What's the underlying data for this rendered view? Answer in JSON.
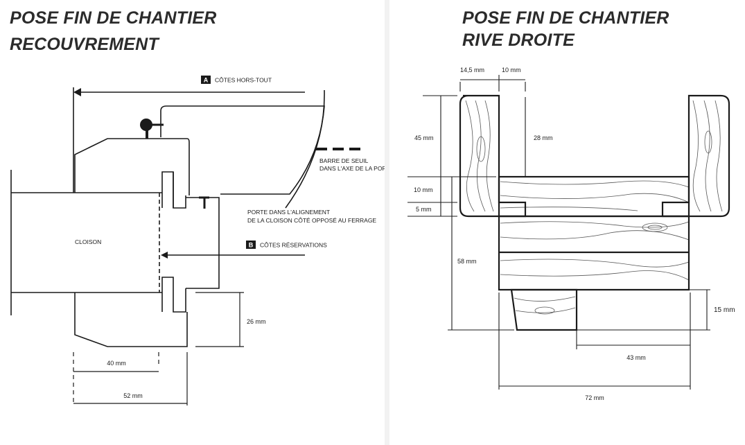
{
  "left": {
    "title_line1": "POSE FIN DE CHANTIER",
    "title_line2": "RECOUVREMENT",
    "label_a_letter": "A",
    "label_a_text": "CÔTES HORS-TOUT",
    "label_b_letter": "B",
    "label_b_text": "CÔTES RÉSERVATIONS",
    "barre_line1": "BARRE DE SEUIL",
    "barre_line2": "DANS L'AXE DE LA PORTE",
    "porte_line1": "PORTE DANS L'ALIGNEMENT",
    "porte_line2": "DE LA CLOISON CÔTÉ OPPOSÉ AU FERRAGE",
    "cloison_label": "CLOISON",
    "dim_26": "26 mm",
    "dim_40": "40 mm",
    "dim_52": "52 mm"
  },
  "right": {
    "title_line1": "POSE FIN DE CHANTIER",
    "title_line2": "RIVE DROITE",
    "dim_14_5": "14,5 mm",
    "dim_10_top": "10 mm",
    "dim_45": "45 mm",
    "dim_28": "28 mm",
    "dim_10_side": "10 mm",
    "dim_5": "5 mm",
    "dim_58": "58 mm",
    "dim_15": "15 mm",
    "dim_43": "43 mm",
    "dim_72": "72 mm"
  },
  "colors": {
    "line": "#1a1a1a",
    "title": "#2b2b2b",
    "separator": "#f2f2f2",
    "wood_grain": "#555555"
  }
}
